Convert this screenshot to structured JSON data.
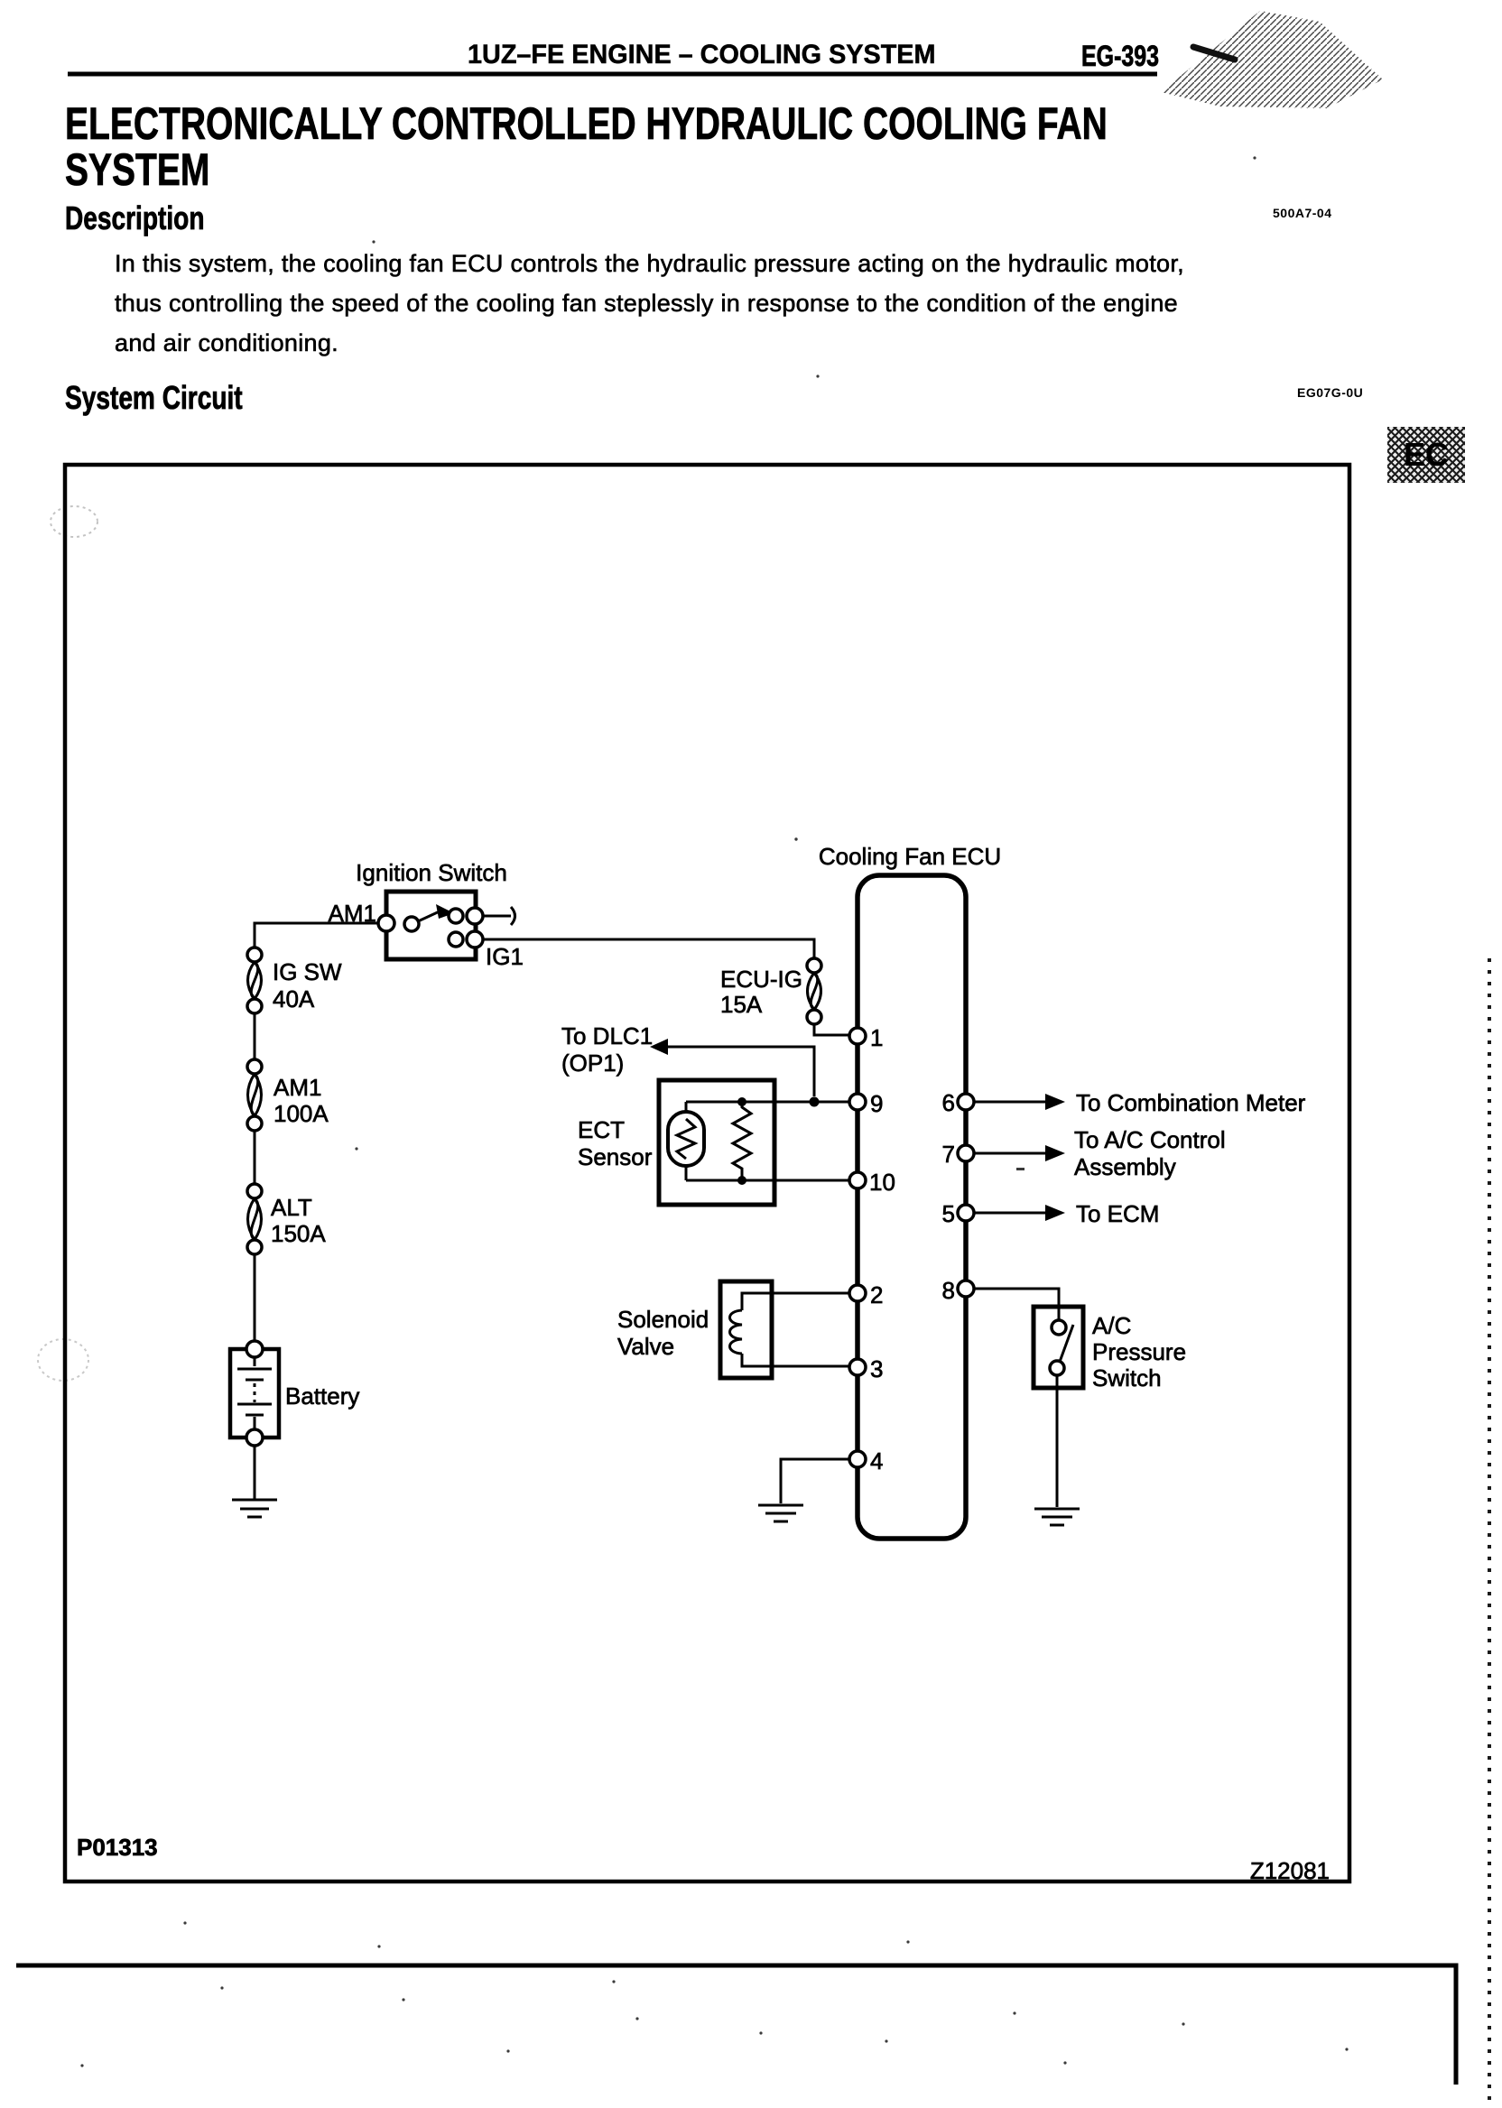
{
  "header": {
    "section_title": "1UZ–FE ENGINE – COOLING SYSTEM",
    "page_number": "EG-393"
  },
  "title": {
    "line1": "ELECTRONICALLY CONTROLLED HYDRAULIC COOLING FAN",
    "line2": "SYSTEM"
  },
  "description": {
    "heading": "Description",
    "code": "500A7-04",
    "body_line1": "In this system, the cooling fan ECU controls the hydraulic pressure acting on the hydraulic motor,",
    "body_line2": "thus controlling the speed of the cooling fan steplessly in response to the condition of the engine",
    "body_line3": "and air conditioning."
  },
  "system_circuit": {
    "heading": "System Circuit",
    "code": "EG07G-0U"
  },
  "ec_badge": "EC",
  "diagram": {
    "figure_code": "P01313",
    "drawing_code": "Z12081",
    "labels": {
      "cooling_fan_ecu": "Cooling Fan ECU",
      "ignition_switch": "Ignition Switch",
      "am1_terminal": "AM1",
      "ig1_terminal": "IG1",
      "fuse_igsw_name": "IG SW",
      "fuse_igsw_rating": "40A",
      "fuse_am1_name": "AM1",
      "fuse_am1_rating": "100A",
      "fuse_alt_name": "ALT",
      "fuse_alt_rating": "150A",
      "battery": "Battery",
      "fuse_ecuig_name": "ECU-IG",
      "fuse_ecuig_rating": "15A",
      "to_dlc1_line1": "To DLC1",
      "to_dlc1_line2": "(OP1)",
      "ect_sensor_line1": "ECT",
      "ect_sensor_line2": "Sensor",
      "solenoid_line1": "Solenoid",
      "solenoid_line2": "Valve",
      "to_combination_meter": "To Combination Meter",
      "to_ac_control_line1": "To A/C Control",
      "to_ac_control_line2": "Assembly",
      "to_ecm": "To ECM",
      "ac_pressure_line1": "A/C",
      "ac_pressure_line2": "Pressure",
      "ac_pressure_line3": "Switch"
    },
    "pins": {
      "p1": "1",
      "p2": "2",
      "p3": "3",
      "p4": "4",
      "p5": "5",
      "p6": "6",
      "p7": "7",
      "p8": "8",
      "p9": "9",
      "p10": "10"
    }
  }
}
